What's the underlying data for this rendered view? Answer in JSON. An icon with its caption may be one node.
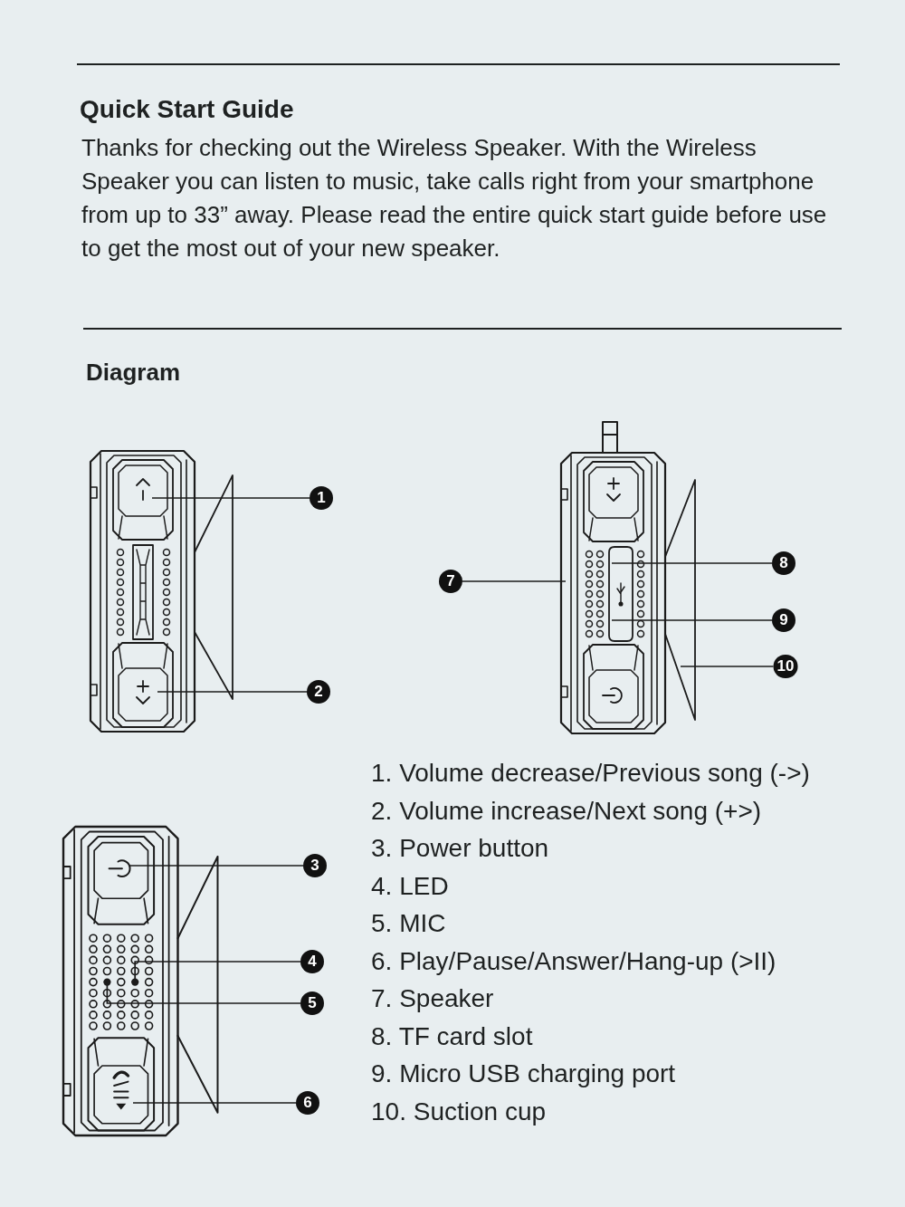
{
  "diagram": {
    "title": "Quick Start Guide",
    "nodes": [
      {
        "text": [
          "1"
        ]
      },
      {
        "text": [
          "2"
        ]
      },
      {
        "text": [
          "3"
        ]
      },
      {
        "text": [
          "4"
        ]
      },
      {
        "text": [
          "5"
        ]
      },
      {
        "text": [
          "6"
        ]
      },
      {
        "text": [
          "7"
        ]
      },
      {
        "text": [
          "8"
        ]
      },
      {
        "text": [
          "9"
        ]
      },
      {
        "text": [
          "10"
        ]
      }
    ],
    "edges": [
      {
        "from": 0,
        "to": null,
        "arrow": "none"
      },
      {
        "from": 1,
        "to": null,
        "arrow": "none"
      },
      {
        "from": 2,
        "to": null,
        "arrow": "none"
      },
      {
        "from": 3,
        "to": null,
        "arrow": "other"
      },
      {
        "from": 4,
        "to": null,
        "arrow": "other"
      },
      {
        "from": 5,
        "to": null,
        "arrow": "none"
      },
      {
        "from": 6,
        "to": null,
        "arrow": "none"
      },
      {
        "from": 7,
        "to": null,
        "arrow": "none"
      },
      {
        "from": 8,
        "to": null,
        "arrow": "none"
      },
      {
        "from": 9,
        "to": null,
        "arrow": "none"
      }
    ],
    "labels": [
      "Thanks for checking out the Wireless Speaker. With the Wireless Speaker you can listen to music, take calls right from your smartphone from up to 33” away. Please read the entire quick start guide before use to get the most out of your new speaker.",
      "Diagram",
      "1. Volume decrease/Previous song (->)",
      "2. Volume increase/Next song (+>)",
      "3. Power button",
      "4. LED",
      "5. MIC",
      "6. Play/Pause/Answer/Hang-up (>II)",
      "7. Speaker",
      "8. TF card slot",
      "9. Micro USB charging port",
      "10. Suction cup"
    ]
  }
}
